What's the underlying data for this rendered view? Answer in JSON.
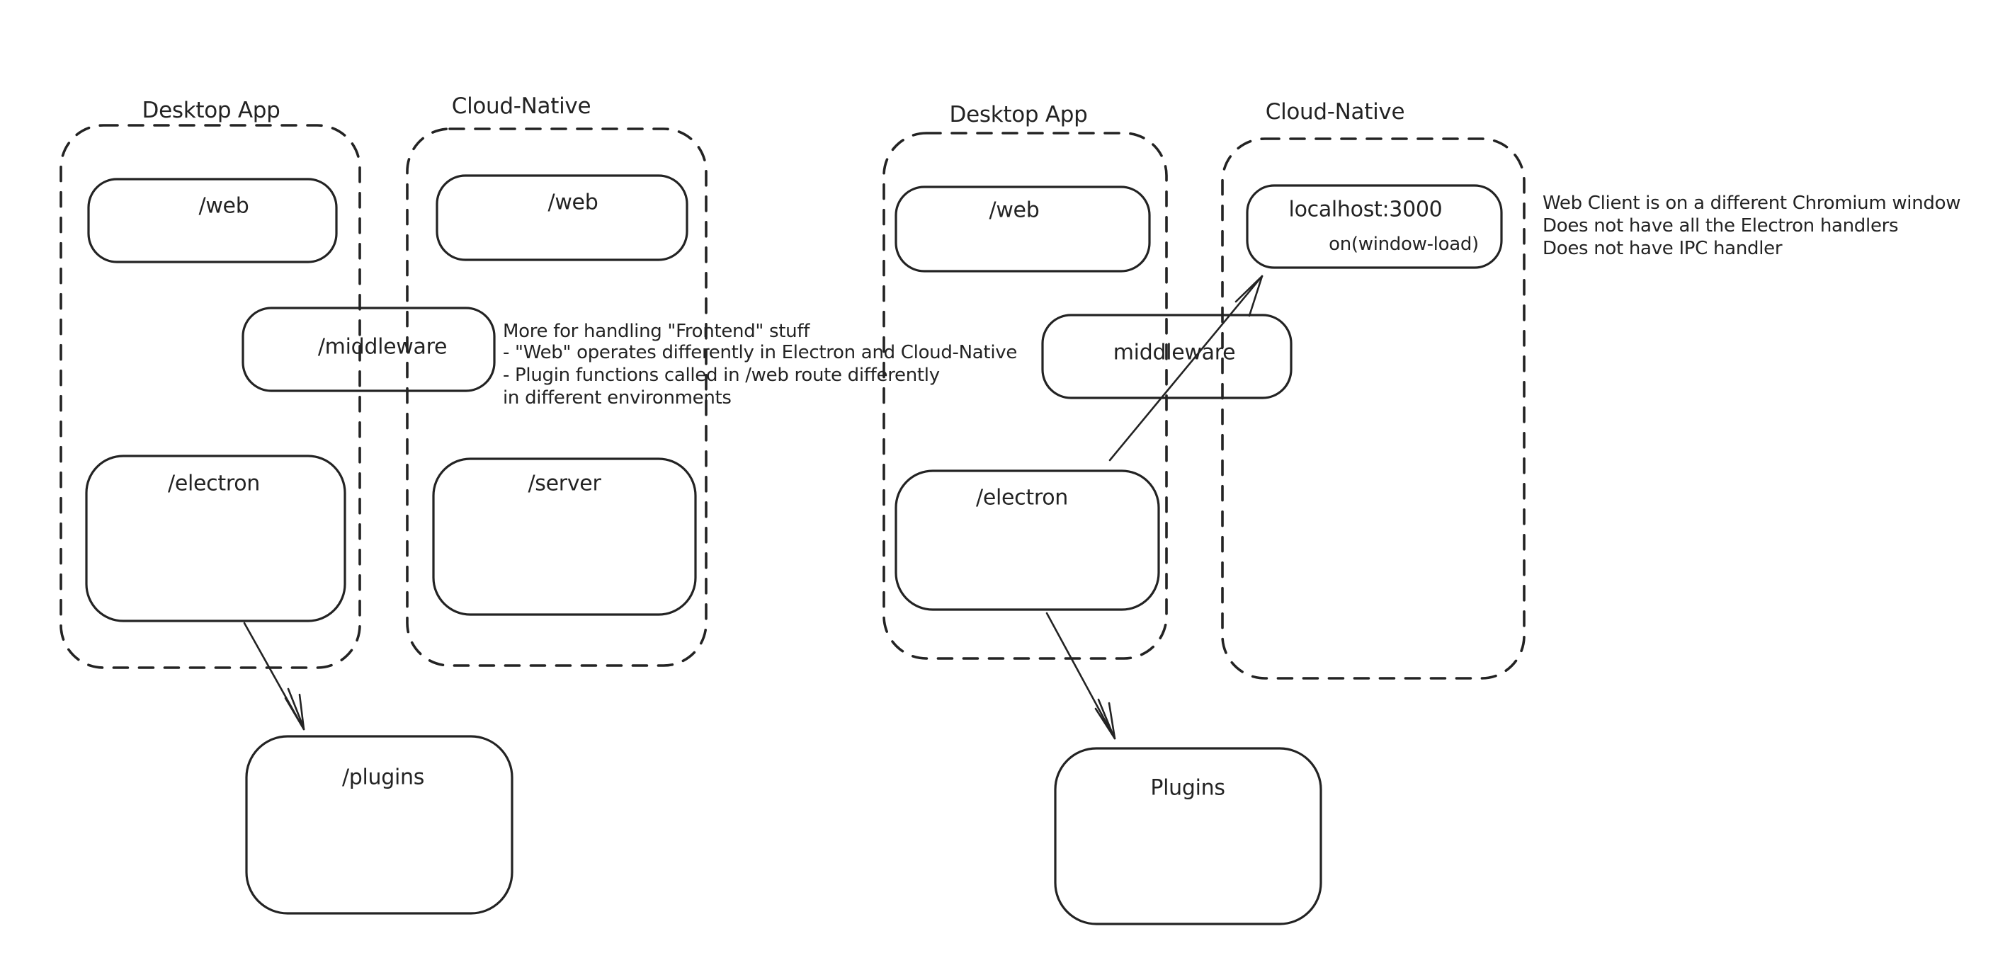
{
  "colors": {
    "stroke": "#232323",
    "green": "#3f9e4e",
    "red": "#c5443c",
    "background": "#ffffff"
  },
  "left_diagram": {
    "desktop_label": "Desktop App",
    "cloud_label": "Cloud-Native",
    "web_desktop_label": "/web",
    "web_cloud_label": "/web",
    "middleware_label": "/middleware",
    "electron_label": "/electron",
    "server_label": "/server",
    "plugins_label": "/plugins",
    "note_color": "#3f9e4e",
    "note_lines": [
      "More for handling \"Frontend\" stuff",
      "- \"Web\" operates differently in Electron and Cloud-Native",
      "- Plugin functions called in /web route differently",
      "in different environments"
    ]
  },
  "right_diagram": {
    "desktop_label": "Desktop App",
    "cloud_label": "Cloud-Native",
    "web_label": "/web",
    "localhost_label": "localhost:3000",
    "localhost_event_label": "on(window-load)",
    "middleware_label": "middleware",
    "electron_label": "/electron",
    "plugins_label": "Plugins",
    "note_color": "#c5443c",
    "note_lines": [
      "Web Client is on a different Chromium window",
      "Does not have all the Electron handlers",
      "Does not have IPC handler"
    ]
  }
}
